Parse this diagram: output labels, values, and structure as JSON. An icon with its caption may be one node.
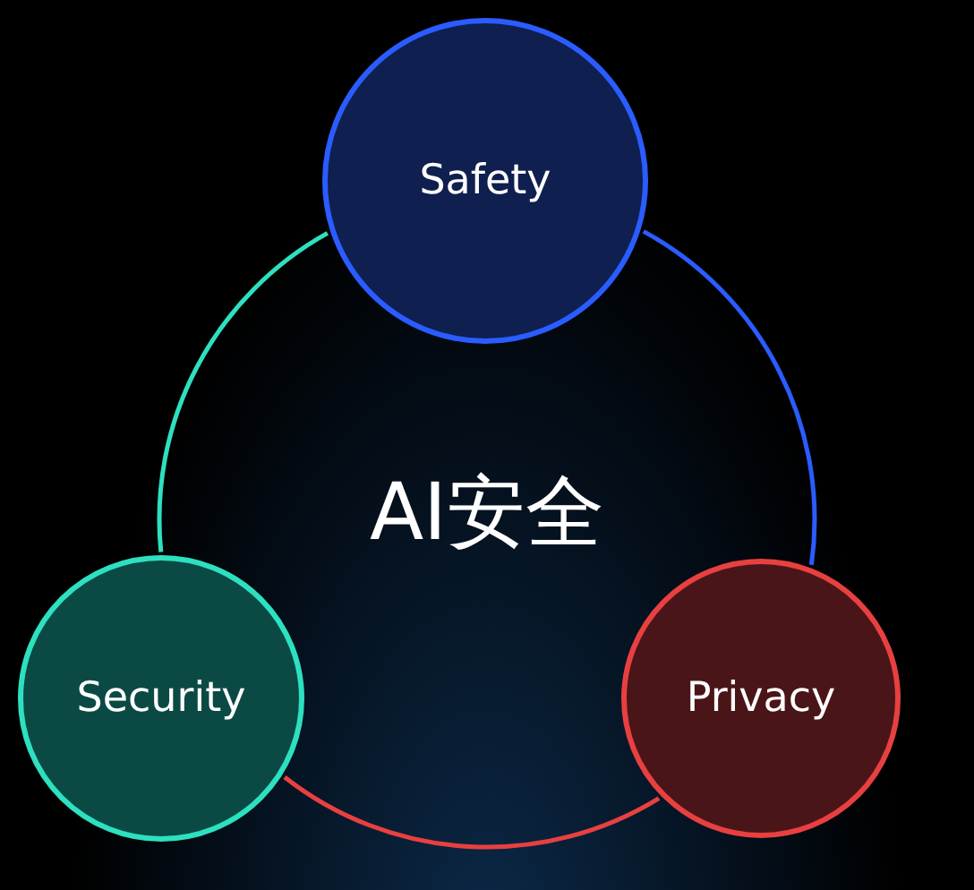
{
  "diagram": {
    "nodes": [
      {
        "text": [
          "Safety"
        ]
      },
      {
        "text": [
          "Security"
        ]
      },
      {
        "text": [
          "Privacy"
        ]
      }
    ],
    "edges": [
      {
        "from": 0,
        "to": 1,
        "arrow": "none",
        "color": "#2de0c0"
      },
      {
        "from": 0,
        "to": 2,
        "arrow": "none",
        "color": "#2a5cff"
      },
      {
        "from": 1,
        "to": 2,
        "arrow": "none",
        "color": "#e84040"
      }
    ],
    "labels": [
      "AI安全"
    ]
  }
}
